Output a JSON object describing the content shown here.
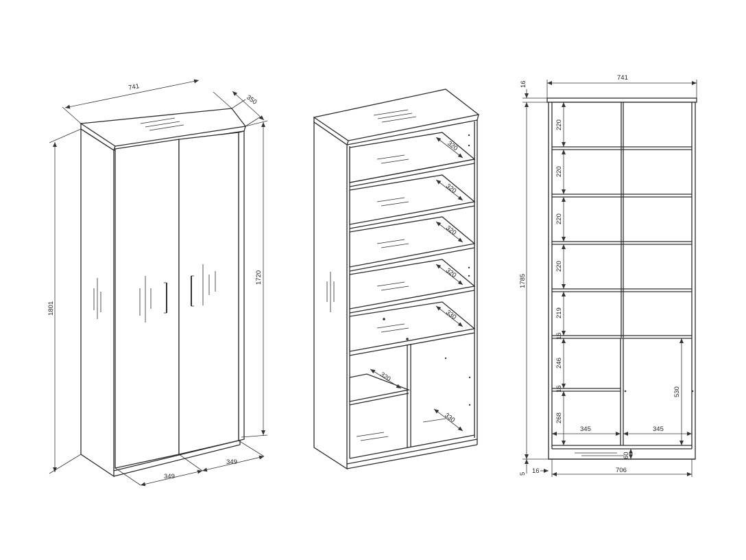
{
  "closed_view": {
    "width": "741",
    "depth": "350",
    "height_total": "1801",
    "height_side": "1720",
    "door_width_left": "349",
    "door_width_right": "349"
  },
  "open_view": {
    "shelf_depths": [
      "320",
      "320",
      "320",
      "320",
      "330",
      "320",
      "330"
    ]
  },
  "front_view": {
    "width_top": "741",
    "top_thickness": "16",
    "height_total": "1785",
    "bottom_gap": "5",
    "side_thickness": "16",
    "inner_width": "706",
    "compartment_heights": [
      "220",
      "220",
      "220",
      "220",
      "219",
      "246",
      "268"
    ],
    "shelf_mark_1": "16",
    "shelf_mark_2": "16",
    "lower_width_left": "345",
    "lower_width_right": "345",
    "lower_height": "530",
    "plinth_height": "60"
  }
}
